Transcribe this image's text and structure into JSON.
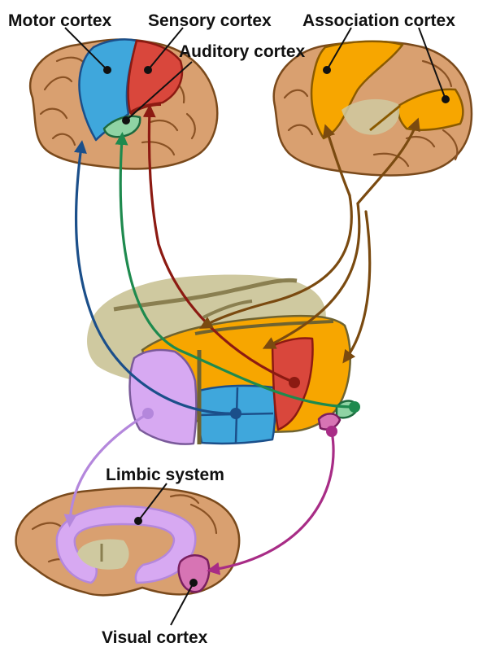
{
  "labels": {
    "motor": "Motor cortex",
    "sensory": "Sensory cortex",
    "auditory": "Auditory cortex",
    "association": "Association cortex",
    "limbic": "Limbic system",
    "visual": "Visual cortex"
  },
  "colors": {
    "motor": "#3fa7dc",
    "motor_path": "#1b4f8a",
    "sensory": "#d9473c",
    "sensory_path": "#8c1a12",
    "auditory": "#8fd3a4",
    "auditory_path": "#1e8a4e",
    "association": "#f7a600",
    "association_path": "#7a4a10",
    "limbic": "#d7a9f2",
    "limbic_path": "#b487dc",
    "visual": "#d774b4",
    "visual_path": "#a82c86",
    "brain": "#d9a070",
    "thalamus_bg": "#cfc9a0"
  }
}
